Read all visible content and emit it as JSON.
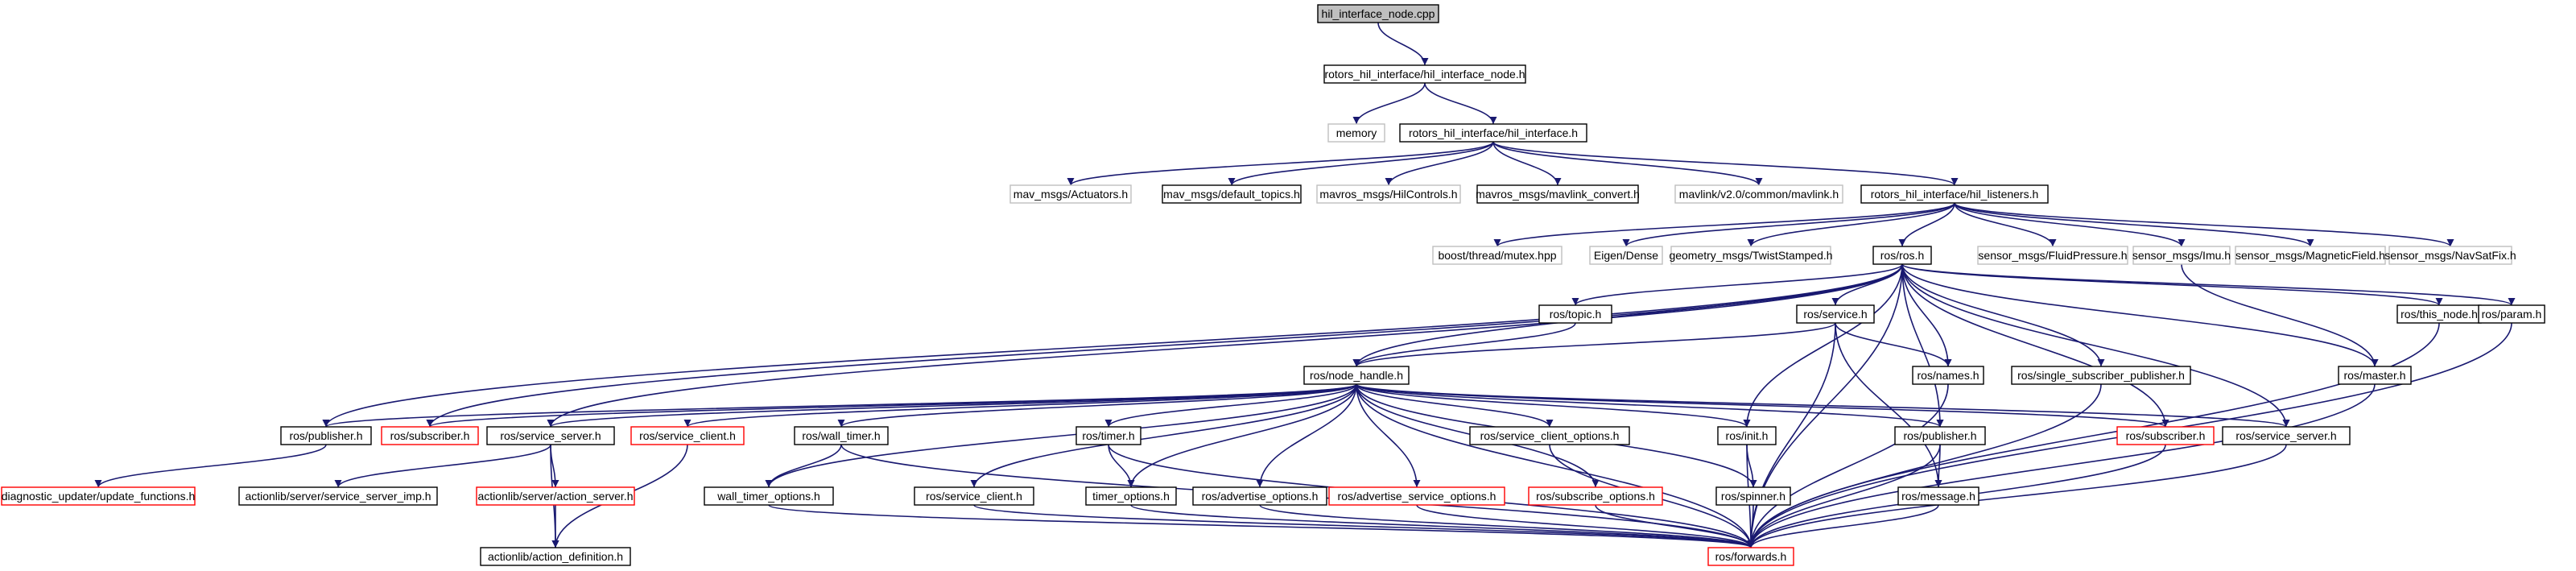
{
  "colors": {
    "edge": "#191970",
    "border_normal": "#000000",
    "border_truncated": "#ff0000",
    "border_external": "#bfbfbf",
    "root_fill": "#bfbfbf",
    "node_fill": "#ffffff"
  },
  "nodes": [
    {
      "id": "root",
      "label": "hil_interface_node.cpp",
      "kind": "root"
    },
    {
      "id": "hil_interface_node_h",
      "label": "rotors_hil_interface/hil_interface_node.h",
      "kind": "normal"
    },
    {
      "id": "memory",
      "label": "memory",
      "kind": "external"
    },
    {
      "id": "hil_interface_h",
      "label": "rotors_hil_interface/hil_interface.h",
      "kind": "normal"
    },
    {
      "id": "mav_actuators",
      "label": "mav_msgs/Actuators.h",
      "kind": "external"
    },
    {
      "id": "mav_default_topics",
      "label": "mav_msgs/default_topics.h",
      "kind": "normal"
    },
    {
      "id": "mavros_hilcontrols",
      "label": "mavros_msgs/HilControls.h",
      "kind": "external"
    },
    {
      "id": "mavros_mavlink_convert",
      "label": "mavros_msgs/mavlink_convert.h",
      "kind": "normal"
    },
    {
      "id": "mavlink_common",
      "label": "mavlink/v2.0/common/mavlink.h",
      "kind": "external"
    },
    {
      "id": "hil_listeners_h",
      "label": "rotors_hil_interface/hil_listeners.h",
      "kind": "normal"
    },
    {
      "id": "boost_mutex",
      "label": "boost/thread/mutex.hpp",
      "kind": "external"
    },
    {
      "id": "eigen_dense",
      "label": "Eigen/Dense",
      "kind": "external"
    },
    {
      "id": "twist_stamped",
      "label": "geometry_msgs/TwistStamped.h",
      "kind": "external"
    },
    {
      "id": "ros_h",
      "label": "ros/ros.h",
      "kind": "normal"
    },
    {
      "id": "fluid_pressure",
      "label": "sensor_msgs/FluidPressure.h",
      "kind": "external"
    },
    {
      "id": "sensor_imu",
      "label": "sensor_msgs/Imu.h",
      "kind": "external"
    },
    {
      "id": "magnetic_field",
      "label": "sensor_msgs/MagneticField.h",
      "kind": "external"
    },
    {
      "id": "navsatfix",
      "label": "sensor_msgs/NavSatFix.h",
      "kind": "external"
    },
    {
      "id": "ros_topic",
      "label": "ros/topic.h",
      "kind": "normal"
    },
    {
      "id": "ros_service",
      "label": "ros/service.h",
      "kind": "normal"
    },
    {
      "id": "ros_this_node",
      "label": "ros/this_node.h",
      "kind": "normal"
    },
    {
      "id": "ros_param",
      "label": "ros/param.h",
      "kind": "normal"
    },
    {
      "id": "ros_node_handle",
      "label": "ros/node_handle.h",
      "kind": "normal"
    },
    {
      "id": "ros_names",
      "label": "ros/names.h",
      "kind": "normal"
    },
    {
      "id": "ros_single_sub_pub",
      "label": "ros/single_subscriber_publisher.h",
      "kind": "normal"
    },
    {
      "id": "ros_master",
      "label": "ros/master.h",
      "kind": "normal"
    },
    {
      "id": "ros_publisher_a",
      "label": "ros/publisher.h",
      "kind": "normal"
    },
    {
      "id": "ros_subscriber_a",
      "label": "ros/subscriber.h",
      "kind": "truncated"
    },
    {
      "id": "ros_service_server_a",
      "label": "ros/service_server.h",
      "kind": "normal"
    },
    {
      "id": "ros_service_client_a",
      "label": "ros/service_client.h",
      "kind": "truncated"
    },
    {
      "id": "ros_wall_timer",
      "label": "ros/wall_timer.h",
      "kind": "normal"
    },
    {
      "id": "ros_timer",
      "label": "ros/timer.h",
      "kind": "normal"
    },
    {
      "id": "ros_service_client_options",
      "label": "ros/service_client_options.h",
      "kind": "normal"
    },
    {
      "id": "ros_init",
      "label": "ros/init.h",
      "kind": "normal"
    },
    {
      "id": "ros_publisher_b",
      "label": "ros/publisher.h",
      "kind": "normal"
    },
    {
      "id": "ros_subscriber_b",
      "label": "ros/subscriber.h",
      "kind": "truncated"
    },
    {
      "id": "ros_service_server_b",
      "label": "ros/service_server.h",
      "kind": "normal"
    },
    {
      "id": "diag_update_functions",
      "label": "diagnostic_updater/update_functions.h",
      "kind": "truncated"
    },
    {
      "id": "actionlib_server_imp",
      "label": "actionlib/server/service_server_imp.h",
      "kind": "normal"
    },
    {
      "id": "actionlib_action_server",
      "label": "actionlib/server/action_server.h",
      "kind": "truncated"
    },
    {
      "id": "wall_timer_options",
      "label": "wall_timer_options.h",
      "kind": "normal"
    },
    {
      "id": "ros_service_client_b",
      "label": "ros/service_client.h",
      "kind": "normal"
    },
    {
      "id": "timer_options",
      "label": "timer_options.h",
      "kind": "normal"
    },
    {
      "id": "ros_advertise_options",
      "label": "ros/advertise_options.h",
      "kind": "normal"
    },
    {
      "id": "ros_advertise_service_options",
      "label": "ros/advertise_service_options.h",
      "kind": "truncated"
    },
    {
      "id": "ros_subscribe_options",
      "label": "ros/subscribe_options.h",
      "kind": "truncated"
    },
    {
      "id": "ros_spinner",
      "label": "ros/spinner.h",
      "kind": "normal"
    },
    {
      "id": "ros_message",
      "label": "ros/message.h",
      "kind": "normal"
    },
    {
      "id": "actionlib_action_definition",
      "label": "actionlib/action_definition.h",
      "kind": "normal"
    },
    {
      "id": "ros_forwards",
      "label": "ros/forwards.h",
      "kind": "truncated"
    }
  ],
  "edges": [
    [
      "root",
      "hil_interface_node_h"
    ],
    [
      "hil_interface_node_h",
      "memory"
    ],
    [
      "hil_interface_node_h",
      "hil_interface_h"
    ],
    [
      "hil_interface_h",
      "mav_actuators"
    ],
    [
      "hil_interface_h",
      "mav_default_topics"
    ],
    [
      "hil_interface_h",
      "mavros_hilcontrols"
    ],
    [
      "hil_interface_h",
      "mavros_mavlink_convert"
    ],
    [
      "hil_interface_h",
      "mavlink_common"
    ],
    [
      "hil_interface_h",
      "hil_listeners_h"
    ],
    [
      "hil_listeners_h",
      "boost_mutex"
    ],
    [
      "hil_listeners_h",
      "eigen_dense"
    ],
    [
      "hil_listeners_h",
      "twist_stamped"
    ],
    [
      "hil_listeners_h",
      "ros_h"
    ],
    [
      "hil_listeners_h",
      "fluid_pressure"
    ],
    [
      "hil_listeners_h",
      "sensor_imu"
    ],
    [
      "hil_listeners_h",
      "magnetic_field"
    ],
    [
      "hil_listeners_h",
      "navsatfix"
    ],
    [
      "ros_h",
      "ros_topic"
    ],
    [
      "ros_h",
      "ros_service"
    ],
    [
      "ros_h",
      "ros_this_node"
    ],
    [
      "ros_h",
      "ros_param"
    ],
    [
      "ros_h",
      "ros_node_handle"
    ],
    [
      "ros_h",
      "ros_names"
    ],
    [
      "ros_h",
      "ros_single_sub_pub"
    ],
    [
      "ros_h",
      "ros_master"
    ],
    [
      "ros_h",
      "ros_publisher_a"
    ],
    [
      "ros_h",
      "ros_subscriber_a"
    ],
    [
      "ros_h",
      "ros_service_server_a"
    ],
    [
      "ros_h",
      "ros_init"
    ],
    [
      "ros_h",
      "ros_publisher_b"
    ],
    [
      "ros_h",
      "ros_subscriber_b"
    ],
    [
      "ros_h",
      "ros_service_server_b"
    ],
    [
      "ros_h",
      "ros_forwards"
    ],
    [
      "ros_topic",
      "ros_node_handle"
    ],
    [
      "ros_service",
      "ros_node_handle"
    ],
    [
      "ros_service",
      "ros_names"
    ],
    [
      "ros_service",
      "ros_message"
    ],
    [
      "ros_service",
      "ros_forwards"
    ],
    [
      "ros_node_handle",
      "ros_publisher_a"
    ],
    [
      "ros_node_handle",
      "ros_subscriber_a"
    ],
    [
      "ros_node_handle",
      "ros_service_server_a"
    ],
    [
      "ros_node_handle",
      "ros_service_client_a"
    ],
    [
      "ros_node_handle",
      "ros_wall_timer"
    ],
    [
      "ros_node_handle",
      "wall_timer_options"
    ],
    [
      "ros_node_handle",
      "ros_service_client_b"
    ],
    [
      "ros_node_handle",
      "ros_timer"
    ],
    [
      "ros_node_handle",
      "timer_options"
    ],
    [
      "ros_node_handle",
      "ros_advertise_options"
    ],
    [
      "ros_node_handle",
      "ros_advertise_service_options"
    ],
    [
      "ros_node_handle",
      "ros_subscribe_options"
    ],
    [
      "ros_node_handle",
      "ros_service_client_options"
    ],
    [
      "ros_node_handle",
      "ros_init"
    ],
    [
      "ros_node_handle",
      "ros_spinner"
    ],
    [
      "ros_node_handle",
      "ros_publisher_b"
    ],
    [
      "ros_node_handle",
      "ros_subscriber_b"
    ],
    [
      "ros_node_handle",
      "ros_service_server_b"
    ],
    [
      "ros_node_handle",
      "ros_forwards"
    ],
    [
      "ros_publisher_a",
      "diag_update_functions"
    ],
    [
      "ros_service_server_a",
      "actionlib_server_imp"
    ],
    [
      "ros_service_server_a",
      "actionlib_action_server"
    ],
    [
      "ros_service_server_a",
      "actionlib_action_definition"
    ],
    [
      "actionlib_action_server",
      "actionlib_action_definition"
    ],
    [
      "ros_service_client_a",
      "actionlib_action_definition"
    ],
    [
      "ros_wall_timer",
      "wall_timer_options"
    ],
    [
      "ros_wall_timer",
      "ros_forwards"
    ],
    [
      "wall_timer_options",
      "ros_forwards"
    ],
    [
      "ros_service_client_b",
      "ros_forwards"
    ],
    [
      "ros_timer",
      "timer_options"
    ],
    [
      "ros_timer",
      "ros_forwards"
    ],
    [
      "timer_options",
      "ros_forwards"
    ],
    [
      "ros_advertise_options",
      "ros_forwards"
    ],
    [
      "ros_advertise_service_options",
      "ros_forwards"
    ],
    [
      "ros_subscribe_options",
      "ros_forwards"
    ],
    [
      "ros_service_client_options",
      "ros_forwards"
    ],
    [
      "ros_init",
      "ros_spinner"
    ],
    [
      "ros_init",
      "ros_forwards"
    ],
    [
      "ros_spinner",
      "ros_forwards"
    ],
    [
      "ros_publisher_b",
      "ros_message"
    ],
    [
      "ros_publisher_b",
      "ros_forwards"
    ],
    [
      "ros_message",
      "ros_forwards"
    ],
    [
      "ros_names",
      "ros_forwards"
    ],
    [
      "ros_single_sub_pub",
      "ros_forwards"
    ],
    [
      "ros_subscriber_b",
      "ros_forwards"
    ],
    [
      "ros_service_server_b",
      "ros_forwards"
    ],
    [
      "ros_this_node",
      "ros_forwards"
    ],
    [
      "ros_param",
      "ros_forwards"
    ],
    [
      "ros_master",
      "ros_forwards"
    ],
    [
      "sensor_imu",
      "ros_master"
    ]
  ]
}
